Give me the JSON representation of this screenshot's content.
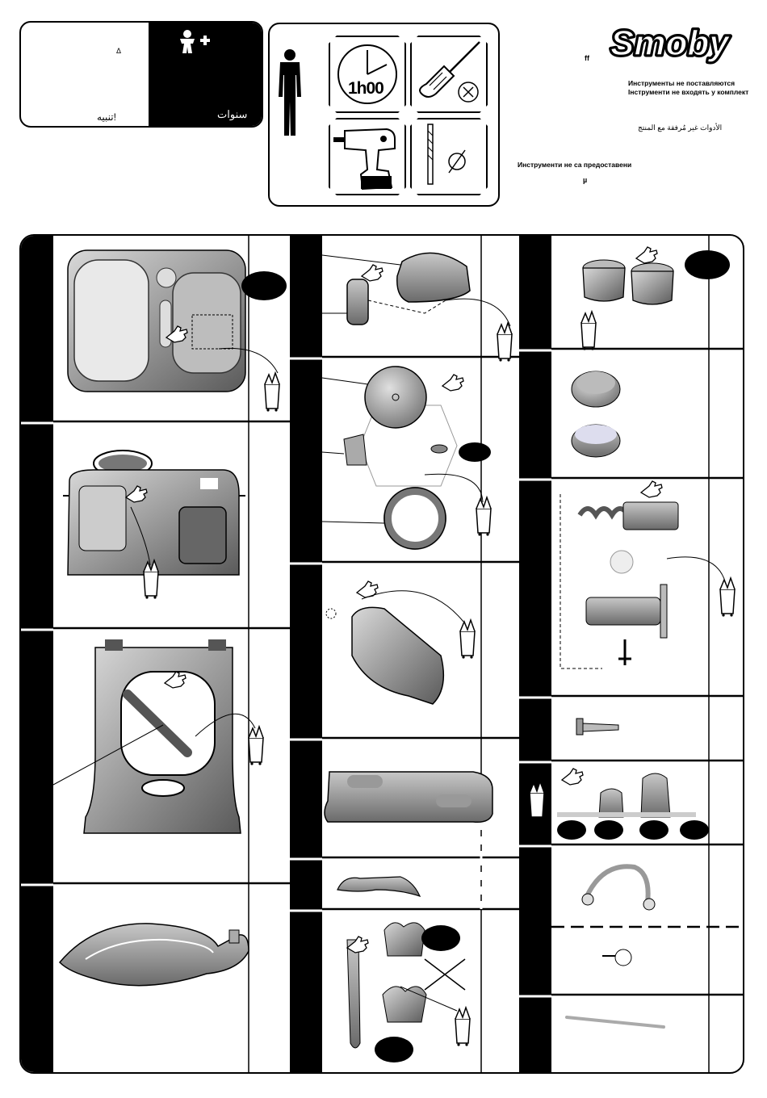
{
  "warning": {
    "footnote_mark": "Δ",
    "warning_arabic": "تنبيه!",
    "age_arabic": "سنوات"
  },
  "tools": {
    "time": "1h00"
  },
  "brand": {
    "logo": "Smoby"
  },
  "notes": {
    "ff": "ff",
    "russian_line1": "Инструменты не поставляются",
    "ukrainian_line2": "Інструменти не входять у комплект",
    "arabic": "الأدوات غير مُرفقة مع المنتج",
    "bulgarian": "Инструменти не са предоставени",
    "mu": "µ"
  },
  "icons": {
    "child_plus": "child-plus-icon",
    "adult": "adult-figure-icon",
    "clock": "clock-icon",
    "screwdriver": "screwdriver-icon",
    "drill": "drill-icon",
    "drill_bit": "drill-bit-icon",
    "bag": "parts-bag-icon",
    "hand": "hand-pointer-icon"
  }
}
